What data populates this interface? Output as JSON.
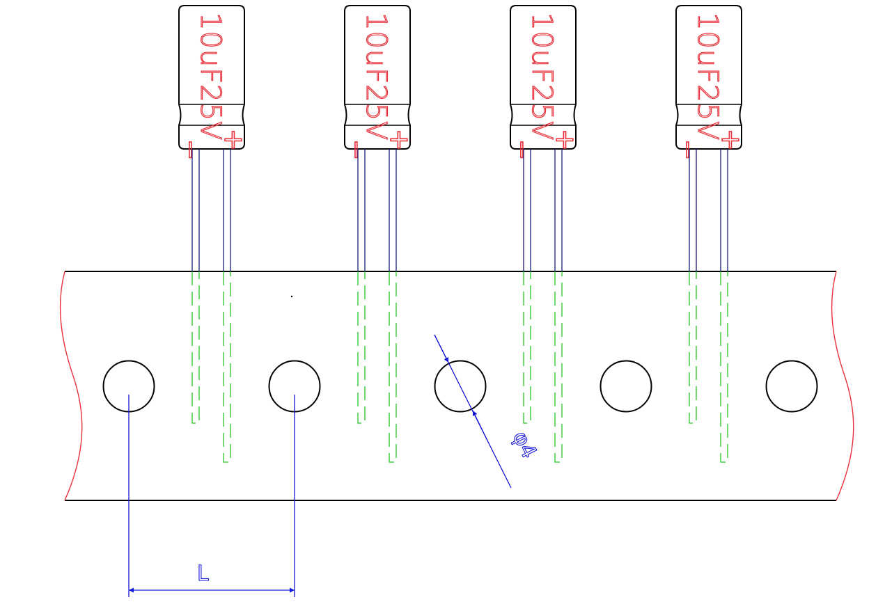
{
  "capacitors": [
    {
      "label": "10uF25V",
      "minus": "−",
      "plus": "+"
    },
    {
      "label": "10uF25V",
      "minus": "−",
      "plus": "+"
    },
    {
      "label": "10uF25V",
      "minus": "−",
      "plus": "+"
    },
    {
      "label": "10uF25V",
      "minus": "−",
      "plus": "+"
    }
  ],
  "sprocket_hole_count": 5,
  "dimensions": {
    "hole_diameter": "φ4",
    "pitch": "L"
  },
  "colors": {
    "outline": "#000000",
    "capacitor_text": "#e8303a",
    "tape_break": "#e8303a",
    "leads": "#1a1a7a",
    "hidden_leads": "#22c622",
    "dimension": "#1515d8"
  }
}
